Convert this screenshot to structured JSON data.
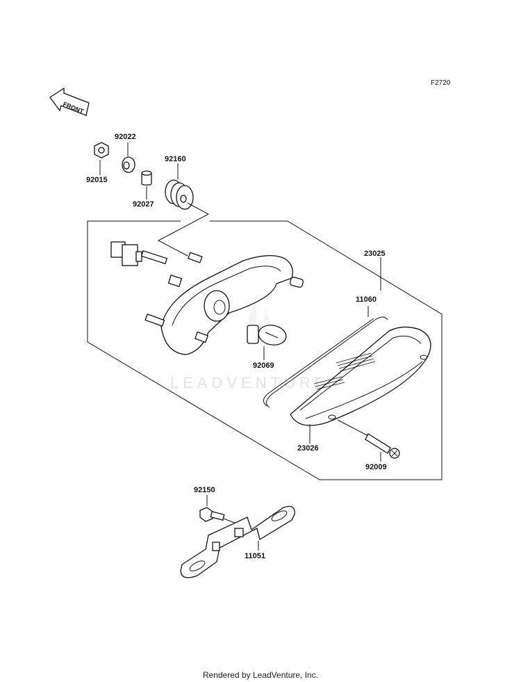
{
  "figure_id": "F2720",
  "front_label": "FRONT",
  "watermark": "LEADVENTURE",
  "footer": "Rendered by LeadVenture, Inc.",
  "parts": [
    {
      "num": "92015"
    },
    {
      "num": "92022"
    },
    {
      "num": "92027"
    },
    {
      "num": "92160"
    },
    {
      "num": "23025"
    },
    {
      "num": "11060"
    },
    {
      "num": "92069"
    },
    {
      "num": "23026"
    },
    {
      "num": "92009"
    },
    {
      "num": "92150"
    },
    {
      "num": "11051"
    }
  ]
}
